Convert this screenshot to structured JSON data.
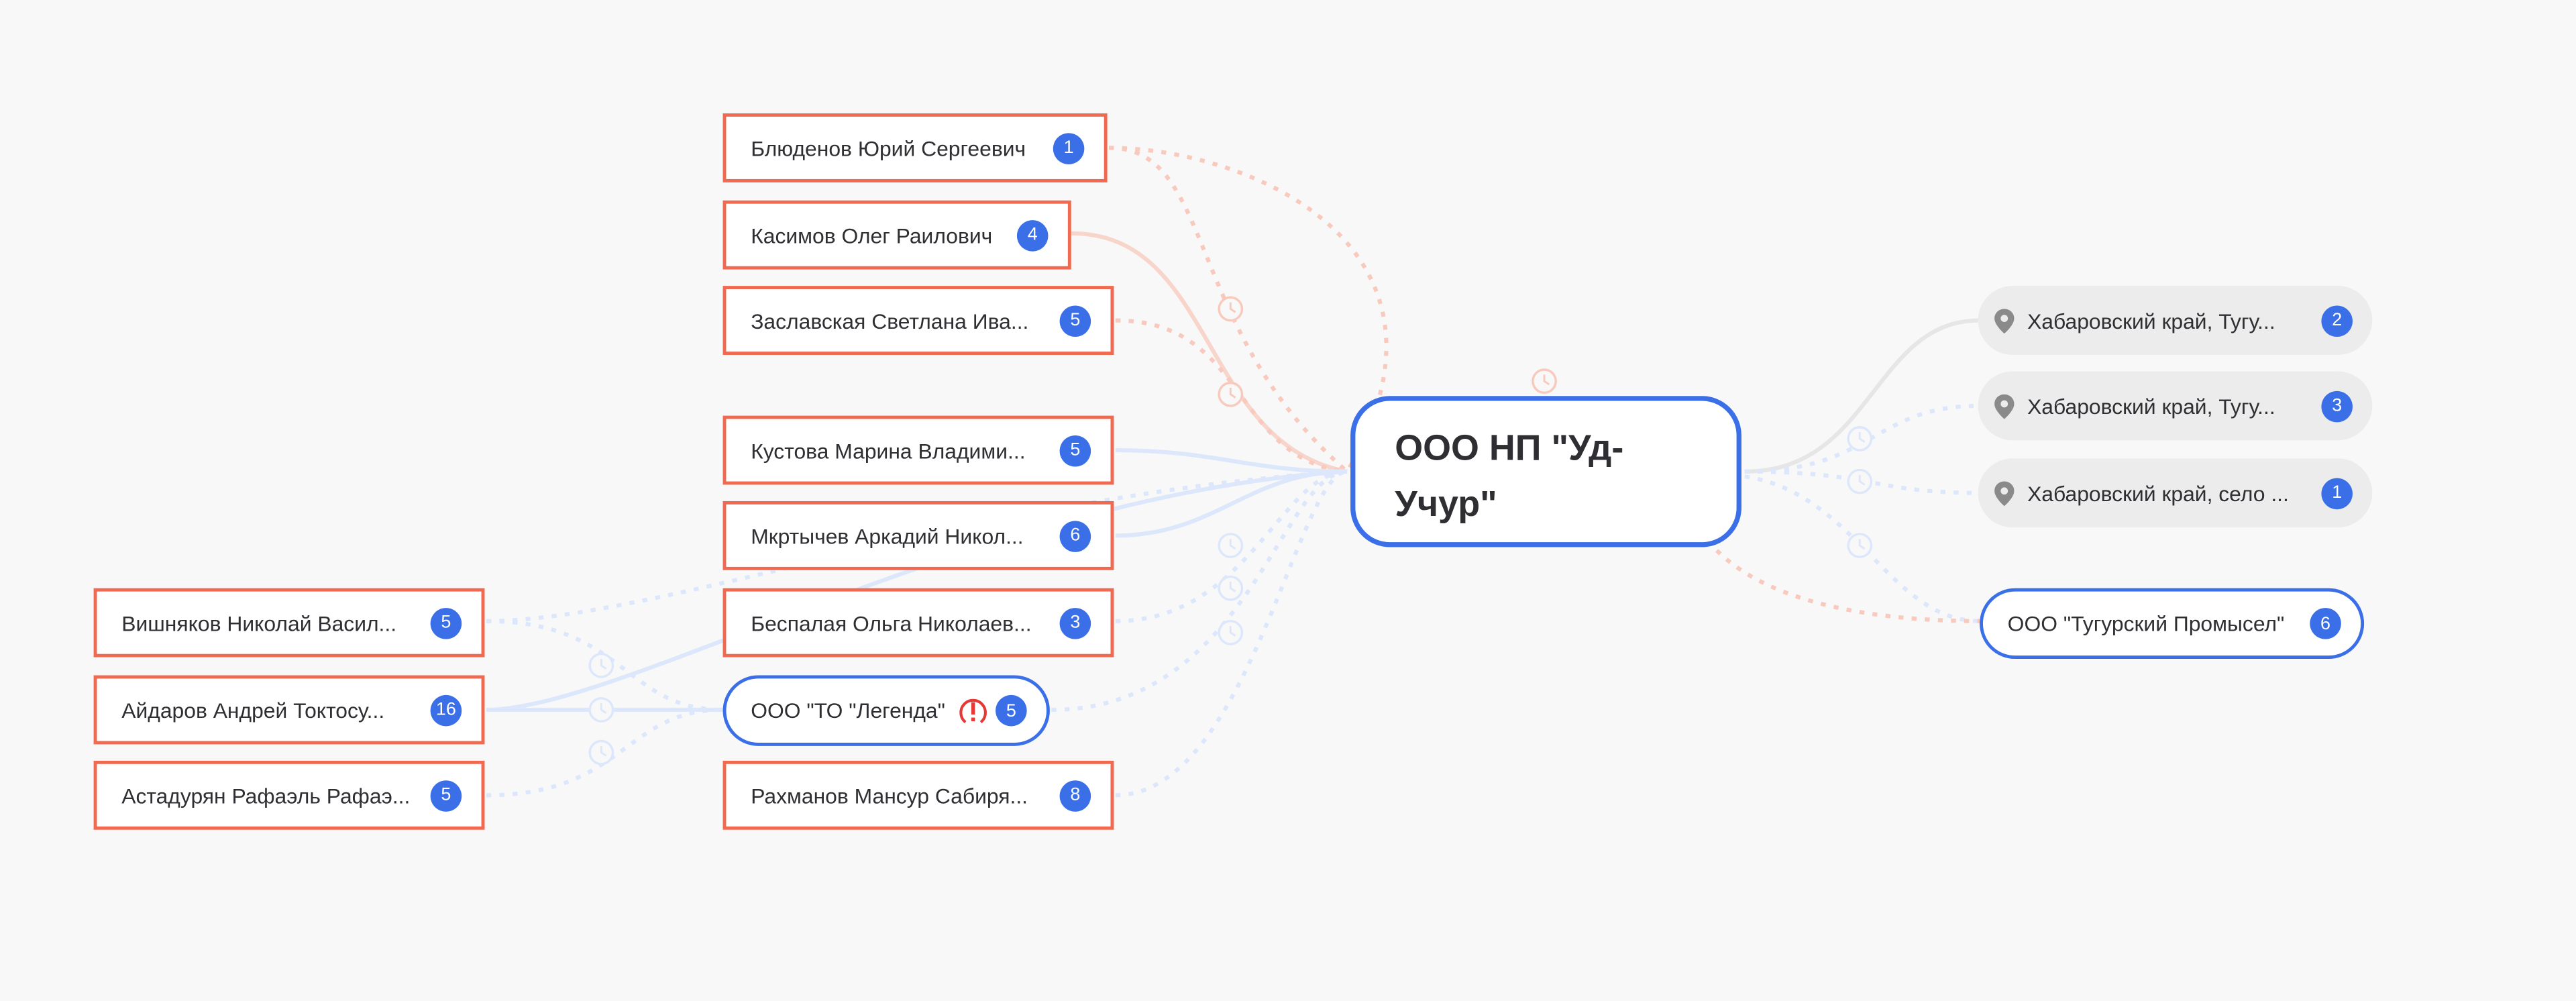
{
  "center": {
    "title": "ООО НП \"Уд-Учур\""
  },
  "left_nodes": [
    {
      "label": "Блюденов Юрий Сергеевич",
      "count": "1",
      "type": "person"
    },
    {
      "label": "Касимов Олег Раилович",
      "count": "4",
      "type": "person"
    },
    {
      "label": "Заславская Светлана Ива...",
      "count": "5",
      "type": "person"
    },
    {
      "label": "Кустова Марина Владими...",
      "count": "5",
      "type": "person"
    },
    {
      "label": "Мкртычев Аркадий Никол...",
      "count": "6",
      "type": "person"
    },
    {
      "label": "Беспалая Ольга Николаев...",
      "count": "3",
      "type": "person"
    },
    {
      "label": "ООО \"ТО \"Легенда\"",
      "count": "5",
      "type": "company",
      "warning": true
    },
    {
      "label": "Рахманов Мансур Сабиря...",
      "count": "8",
      "type": "person"
    }
  ],
  "far_left_nodes": [
    {
      "label": "Вишняков Николай Васил...",
      "count": "5"
    },
    {
      "label": "Айдаров Андрей Токтосу...",
      "count": "16"
    },
    {
      "label": "Астадурян Рафаэль Рафаэ...",
      "count": "5"
    }
  ],
  "right_nodes": [
    {
      "label": "Хабаровский край, Тугу...",
      "count": "2",
      "type": "address"
    },
    {
      "label": "Хабаровский край, Тугу...",
      "count": "3",
      "type": "address"
    },
    {
      "label": "Хабаровский край, село ...",
      "count": "1",
      "type": "address"
    },
    {
      "label": "ООО \"Тугурский Промысел\"",
      "count": "6",
      "type": "company"
    }
  ],
  "colors": {
    "person_border": "#ef6a50",
    "company_border": "#3a6fe8",
    "badge": "#3a6fe8",
    "warning": "#e53935"
  }
}
